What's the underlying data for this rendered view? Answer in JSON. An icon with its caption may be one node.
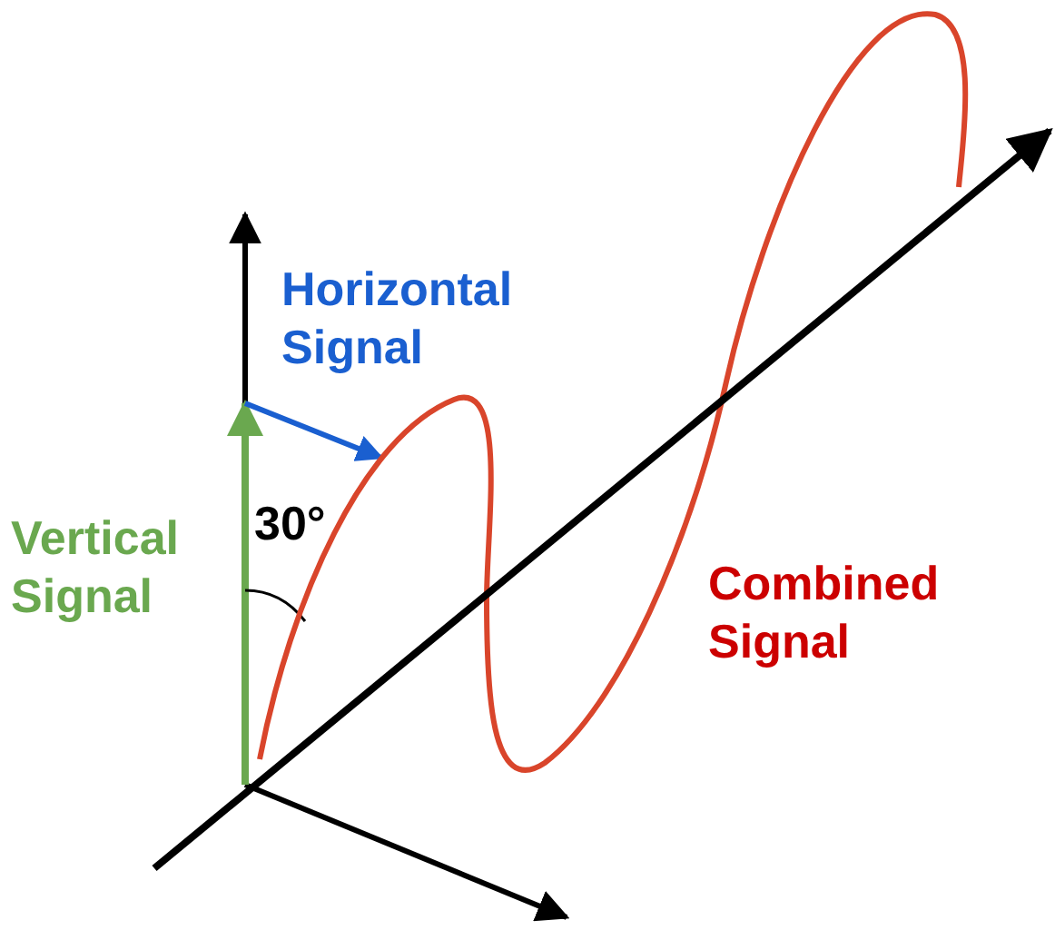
{
  "diagram": {
    "labels": [
      "Horizontal Signal",
      "30°",
      "Vertical Signal",
      "Combined Signal"
    ]
  }
}
